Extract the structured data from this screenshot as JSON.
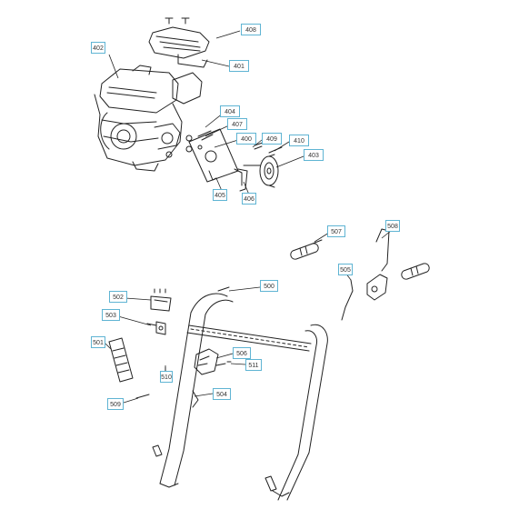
{
  "colors": {
    "label_border": "#5fb4d3",
    "line": "#222222",
    "background": "#ffffff"
  },
  "labels": {
    "l402": "402",
    "l408": "408",
    "l401": "401",
    "l404": "404",
    "l407": "407",
    "l409": "409",
    "l410": "410",
    "l400": "400",
    "l403": "403",
    "l405": "405",
    "l406": "406",
    "l507": "507",
    "l508": "508",
    "l505": "505",
    "l500": "500",
    "l502": "502",
    "l503": "503",
    "l501": "501",
    "l506": "506",
    "l510": "510",
    "l511": "511",
    "l509": "509",
    "l504": "504"
  }
}
